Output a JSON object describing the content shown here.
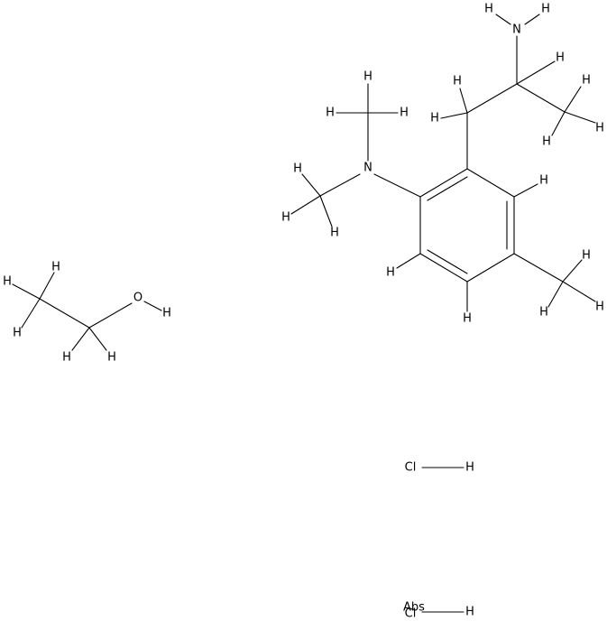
{
  "structure": {
    "molecules": [
      {
        "name": "aryl-amine"
      },
      {
        "name": "ethanol"
      },
      {
        "name": "hydrogen-chloride-1"
      },
      {
        "name": "hydrogen-chloride-2"
      }
    ]
  },
  "atoms": {
    "amine_N": "N",
    "amine_H_a": "H",
    "amine_H_b": "H",
    "ch_H": "H",
    "ch3_H_1": "H",
    "ch3_H_2": "H",
    "ch3_H_3": "H",
    "ch2_H_1": "H",
    "ch2_H_2": "H",
    "ring_H_top": "H",
    "ring_H_left": "H",
    "ring_H_bottom": "H",
    "aryl_ch3_H_1": "H",
    "aryl_ch3_H_2": "H",
    "aryl_ch3_H_3": "H",
    "dimethyl_N": "N",
    "nme_a_H_1": "H",
    "nme_a_H_2": "H",
    "nme_a_H_3": "H",
    "nme_b_H_1": "H",
    "nme_b_H_2": "H",
    "nme_b_H_3": "H",
    "ethanol_O": "O",
    "ethanol_OH_H": "H",
    "ethanol_c1_H_1": "H",
    "ethanol_c1_H_2": "H",
    "ethanol_c1_H_3": "H",
    "ethanol_c2_H_1": "H",
    "ethanol_c2_H_2": "H",
    "hcl1_Cl": "Cl",
    "hcl1_H": "H",
    "hcl2_Cl": "Cl",
    "hcl2_H": "H",
    "hcl2_overlap_text": "Abs"
  }
}
